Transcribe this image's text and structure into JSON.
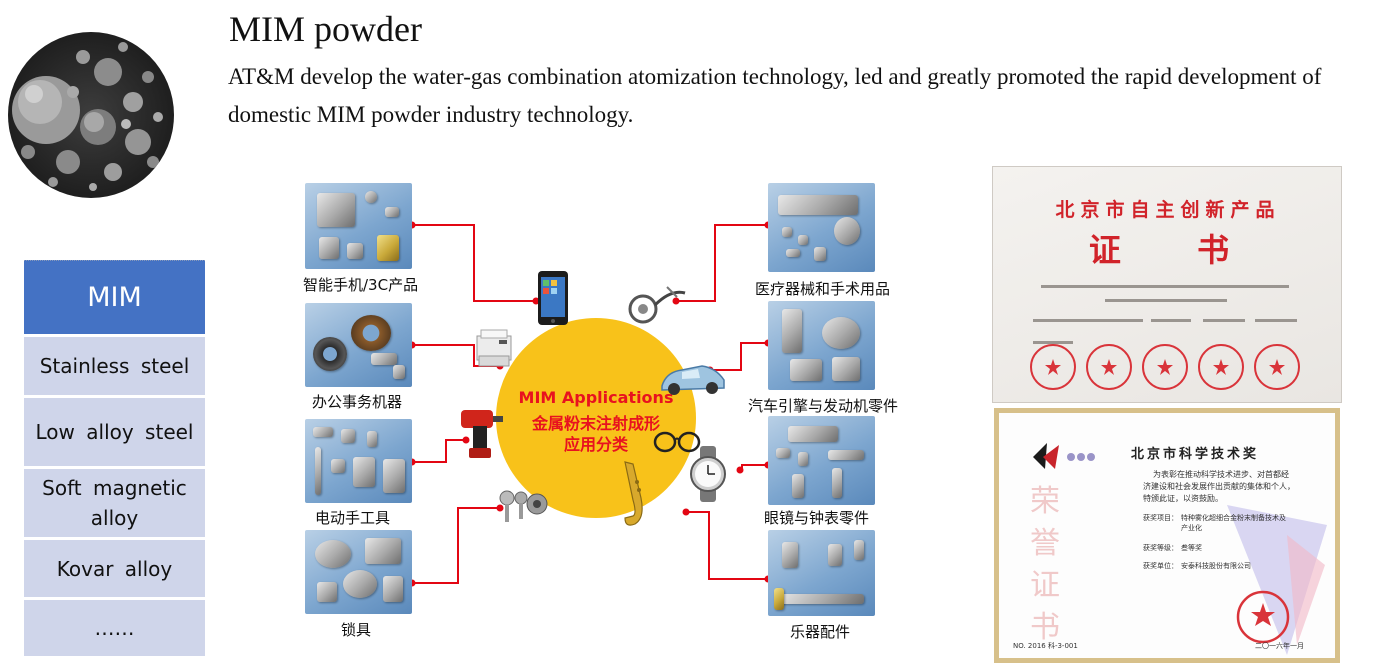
{
  "header": {
    "title": "MIM powder",
    "description": "AT&M develop the water-gas combination atomization technology,  led and greatly promoted the rapid development of domestic MIM powder industry technology."
  },
  "mim_table": {
    "header": "MIM",
    "rows": [
      "Stainless steel",
      "Low alloy steel",
      "Soft magnetic alloy",
      "Kovar alloy",
      "……"
    ]
  },
  "diagram": {
    "center_en": "MIM Applications",
    "center_zh_1": "金属粉末注射成形",
    "center_zh_2": "应用分类",
    "categories": {
      "phone_3c": "智能手机/3C产品",
      "office": "办公事务机器",
      "power_tools": "电动手工具",
      "locks": "锁具",
      "medical": "医疗器械和手术用品",
      "automotive": "汽车引擎与发动机零件",
      "eyewear_watch": "眼镜与钟表零件",
      "instruments": "乐器配件"
    },
    "colors": {
      "line": "#e30613",
      "hub": "#f8c21a",
      "hub_text": "#e8121f",
      "tile": "#7da6cf"
    }
  },
  "certificates": {
    "cert1": {
      "title": "北京市自主创新产品",
      "subtitle": "证  书"
    },
    "cert2": {
      "title": "北京市科学技术奖",
      "vertical": "荣誉证书",
      "body_1": "为表彰在推动科学技术进步、对首都经",
      "body_2": "济建设和社会发展作出贡献的集体和个人，",
      "body_3": "特颁此证，以资鼓励。",
      "project_label": "获奖项目：",
      "project": "特种雾化超细合金粉末制备技术及",
      "project_2": "产业化",
      "grade_label": "获奖等级：",
      "grade": "叁等奖",
      "unit_label": "获奖单位：",
      "unit": "安泰科技股份有限公司",
      "number": "NO.  2016 科-3-001",
      "date": "二〇一六年一月"
    }
  }
}
